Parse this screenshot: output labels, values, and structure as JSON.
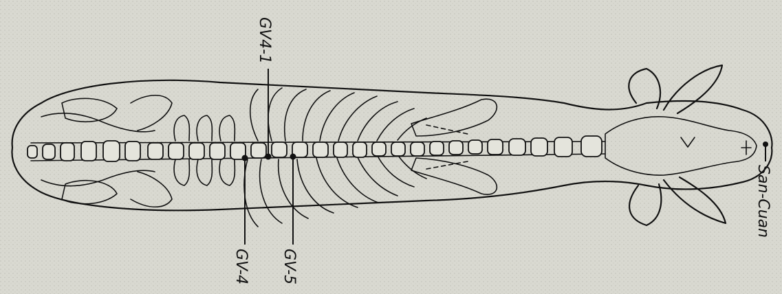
{
  "labels": {
    "gv4_1": "GV4-1",
    "gv4": "GV-4",
    "gv5": "GV-5",
    "san_cuan": "San-Cuan"
  }
}
